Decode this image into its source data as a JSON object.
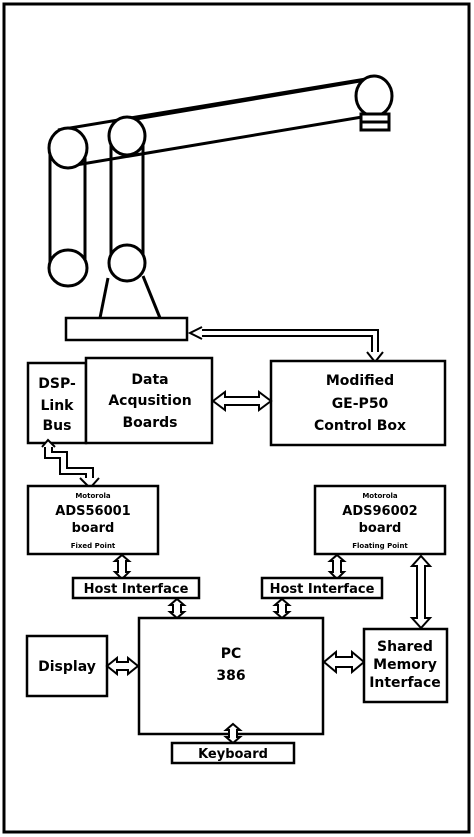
{
  "diagram": {
    "dsp_link": [
      "DSP-",
      "Link",
      "Bus"
    ],
    "data_acq": [
      "Data",
      "Acqusition",
      "Boards"
    ],
    "control_box": [
      "Modified",
      "GE-P50",
      "Control Box"
    ],
    "board1": {
      "maker": "Motorola",
      "name": "ADS56001",
      "suffix": "board",
      "mode": "Fixed Point"
    },
    "board2": {
      "maker": "Motorola",
      "name": "ADS96002",
      "suffix": "board",
      "mode": "Floating Point"
    },
    "host_interface_1": "Host Interface",
    "host_interface_2": "Host Interface",
    "display": "Display",
    "pc": [
      "PC",
      "386"
    ],
    "shared_memory": [
      "Shared",
      "Memory",
      "Interface"
    ],
    "keyboard": "Keyboard"
  }
}
